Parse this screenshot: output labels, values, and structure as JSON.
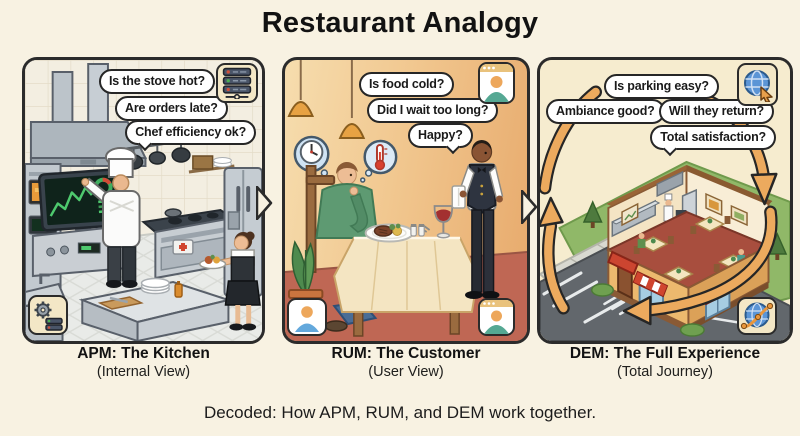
{
  "title": "Restaurant Analogy",
  "caption": "Decoded: How APM, RUM, and DEM work together.",
  "palette": {
    "background": "#f8f2e2",
    "panel_border": "#2b2b2b",
    "bubble_bg": "#ffffff",
    "arrow_orange": "#ecaa5e",
    "kitchen_steel": "#c5ccd2",
    "monitor_green": "#4ec96e",
    "dining_wall": "#f1c78f",
    "dining_floor": "#bf6754",
    "lawn_green": "#90b868",
    "awning_red": "#d0452f",
    "globe_blue": "#5b95d6"
  },
  "panels": [
    {
      "id": "apm",
      "title": "APM: The Kitchen",
      "subtitle": "(Internal View)",
      "bubbles": [
        "Is the stove hot?",
        "Are orders late?",
        "Chef efficiency ok?"
      ]
    },
    {
      "id": "rum",
      "title": "RUM: The Customer",
      "subtitle": "(User View)",
      "bubbles": [
        "Is food cold?",
        "Did I wait too long?",
        "Happy?"
      ]
    },
    {
      "id": "dem",
      "title": "DEM: The Full Experience",
      "subtitle": "(Total Journey)",
      "bubbles": [
        "Is parking easy?",
        "Ambiance good?",
        "Will they return?",
        "Total satisfaction?"
      ]
    }
  ]
}
